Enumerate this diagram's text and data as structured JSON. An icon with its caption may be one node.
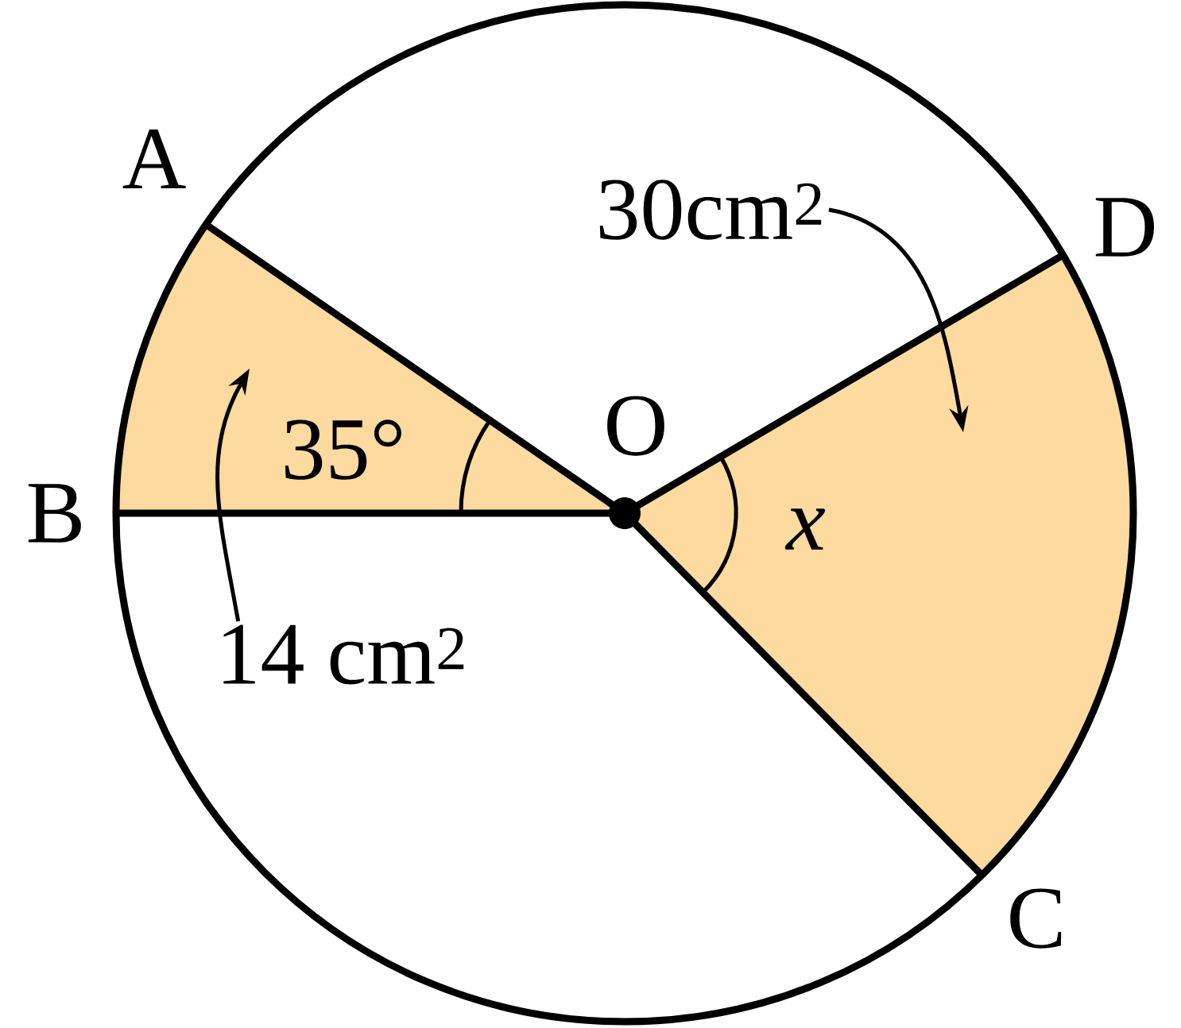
{
  "diagram": {
    "nodes": [
      {
        "text": [
          "30cm$^{2}$"
        ]
      },
      {
        "text": [
          "14 cm$^{2}$"
        ]
      }
    ],
    "edges": [
      {
        "from": 0,
        "to": null,
        "arrow": "to"
      },
      {
        "from": 1,
        "to": null,
        "arrow": "to"
      }
    ],
    "labels": [
      "A",
      "D",
      "O",
      "35°",
      "B",
      "x",
      "C"
    ]
  }
}
